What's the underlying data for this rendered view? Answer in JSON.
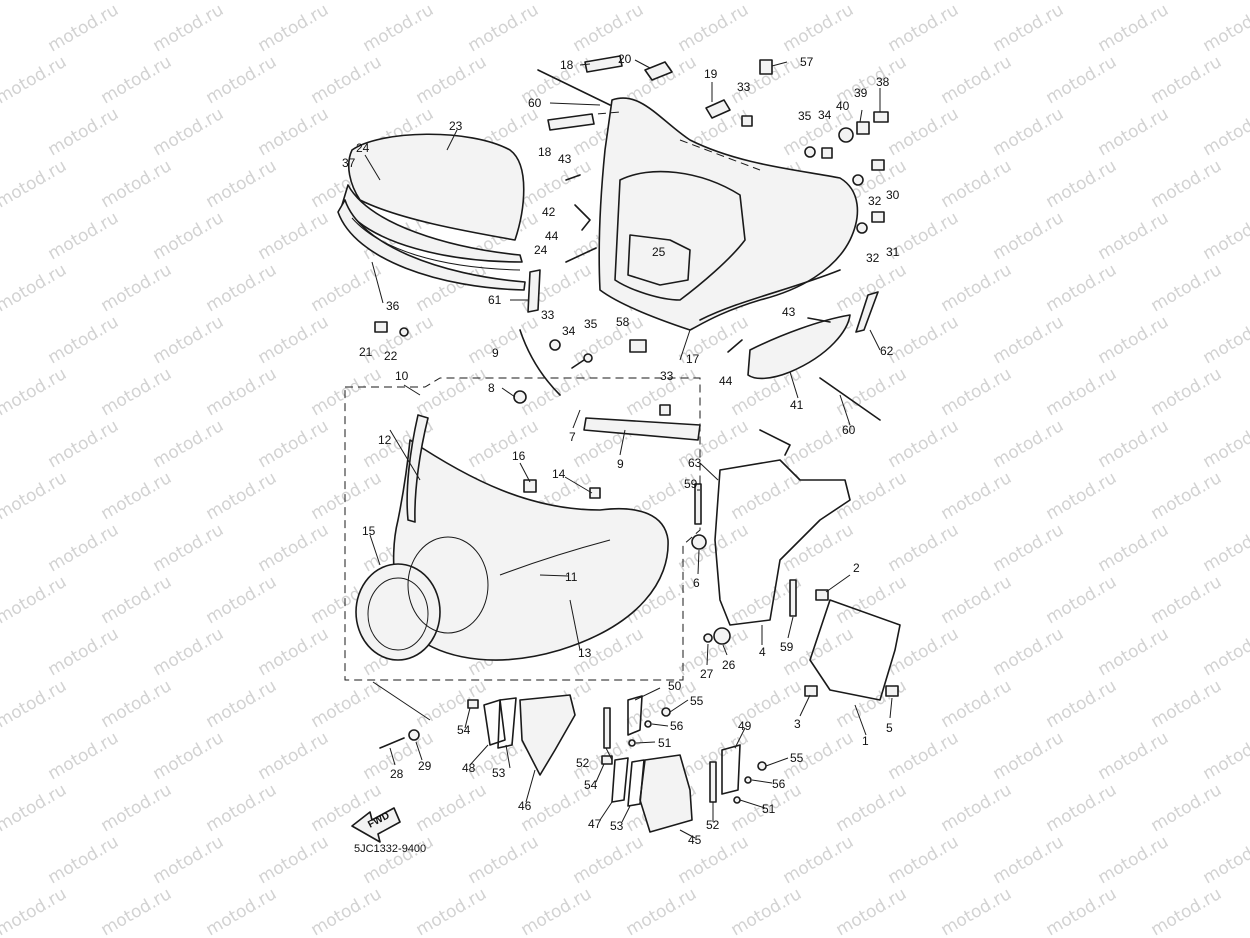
{
  "diagram": {
    "watermark_text": "motod.ru",
    "code": "5JC1332-9400",
    "fwd_label": "FWD",
    "callouts": [
      {
        "id": "c1",
        "text": "1"
      },
      {
        "id": "c2",
        "text": "2"
      },
      {
        "id": "c3",
        "text": "3"
      },
      {
        "id": "c4",
        "text": "4"
      },
      {
        "id": "c5",
        "text": "5"
      },
      {
        "id": "c6",
        "text": "6"
      },
      {
        "id": "c7",
        "text": "7"
      },
      {
        "id": "c8",
        "text": "8"
      },
      {
        "id": "c9a",
        "text": "9"
      },
      {
        "id": "c9b",
        "text": "9"
      },
      {
        "id": "c10",
        "text": "10"
      },
      {
        "id": "c11",
        "text": "11"
      },
      {
        "id": "c12",
        "text": "12"
      },
      {
        "id": "c13",
        "text": "13"
      },
      {
        "id": "c14",
        "text": "14"
      },
      {
        "id": "c15",
        "text": "15"
      },
      {
        "id": "c16",
        "text": "16"
      },
      {
        "id": "c17",
        "text": "17"
      },
      {
        "id": "c18a",
        "text": "18"
      },
      {
        "id": "c18b",
        "text": "18"
      },
      {
        "id": "c19",
        "text": "19"
      },
      {
        "id": "c20",
        "text": "20"
      },
      {
        "id": "c21",
        "text": "21"
      },
      {
        "id": "c22",
        "text": "22"
      },
      {
        "id": "c23",
        "text": "23"
      },
      {
        "id": "c24a",
        "text": "24"
      },
      {
        "id": "c24b",
        "text": "24"
      },
      {
        "id": "c25",
        "text": "25"
      },
      {
        "id": "c26",
        "text": "26"
      },
      {
        "id": "c27",
        "text": "27"
      },
      {
        "id": "c28",
        "text": "28"
      },
      {
        "id": "c29",
        "text": "29"
      },
      {
        "id": "c30",
        "text": "30"
      },
      {
        "id": "c31",
        "text": "31"
      },
      {
        "id": "c32a",
        "text": "32"
      },
      {
        "id": "c32b",
        "text": "32"
      },
      {
        "id": "c33a",
        "text": "33"
      },
      {
        "id": "c33b",
        "text": "33"
      },
      {
        "id": "c33c",
        "text": "33"
      },
      {
        "id": "c34a",
        "text": "34"
      },
      {
        "id": "c34b",
        "text": "34"
      },
      {
        "id": "c35a",
        "text": "35"
      },
      {
        "id": "c35b",
        "text": "35"
      },
      {
        "id": "c36",
        "text": "36"
      },
      {
        "id": "c37",
        "text": "37"
      },
      {
        "id": "c38",
        "text": "38"
      },
      {
        "id": "c39",
        "text": "39"
      },
      {
        "id": "c40",
        "text": "40"
      },
      {
        "id": "c41",
        "text": "41"
      },
      {
        "id": "c42",
        "text": "42"
      },
      {
        "id": "c43a",
        "text": "43"
      },
      {
        "id": "c43b",
        "text": "43"
      },
      {
        "id": "c44a",
        "text": "44"
      },
      {
        "id": "c44b",
        "text": "44"
      },
      {
        "id": "c45",
        "text": "45"
      },
      {
        "id": "c46",
        "text": "46"
      },
      {
        "id": "c47",
        "text": "47"
      },
      {
        "id": "c48",
        "text": "48"
      },
      {
        "id": "c49",
        "text": "49"
      },
      {
        "id": "c50",
        "text": "50"
      },
      {
        "id": "c51a",
        "text": "51"
      },
      {
        "id": "c51b",
        "text": "51"
      },
      {
        "id": "c52a",
        "text": "52"
      },
      {
        "id": "c52b",
        "text": "52"
      },
      {
        "id": "c53a",
        "text": "53"
      },
      {
        "id": "c53b",
        "text": "53"
      },
      {
        "id": "c54a",
        "text": "54"
      },
      {
        "id": "c54b",
        "text": "54"
      },
      {
        "id": "c55a",
        "text": "55"
      },
      {
        "id": "c55b",
        "text": "55"
      },
      {
        "id": "c56a",
        "text": "56"
      },
      {
        "id": "c56b",
        "text": "56"
      },
      {
        "id": "c57",
        "text": "57"
      },
      {
        "id": "c58",
        "text": "58"
      },
      {
        "id": "c59a",
        "text": "59"
      },
      {
        "id": "c59b",
        "text": "59"
      },
      {
        "id": "c60a",
        "text": "60"
      },
      {
        "id": "c60b",
        "text": "60"
      },
      {
        "id": "c61",
        "text": "61"
      },
      {
        "id": "c62",
        "text": "62"
      },
      {
        "id": "c63",
        "text": "63"
      }
    ]
  }
}
